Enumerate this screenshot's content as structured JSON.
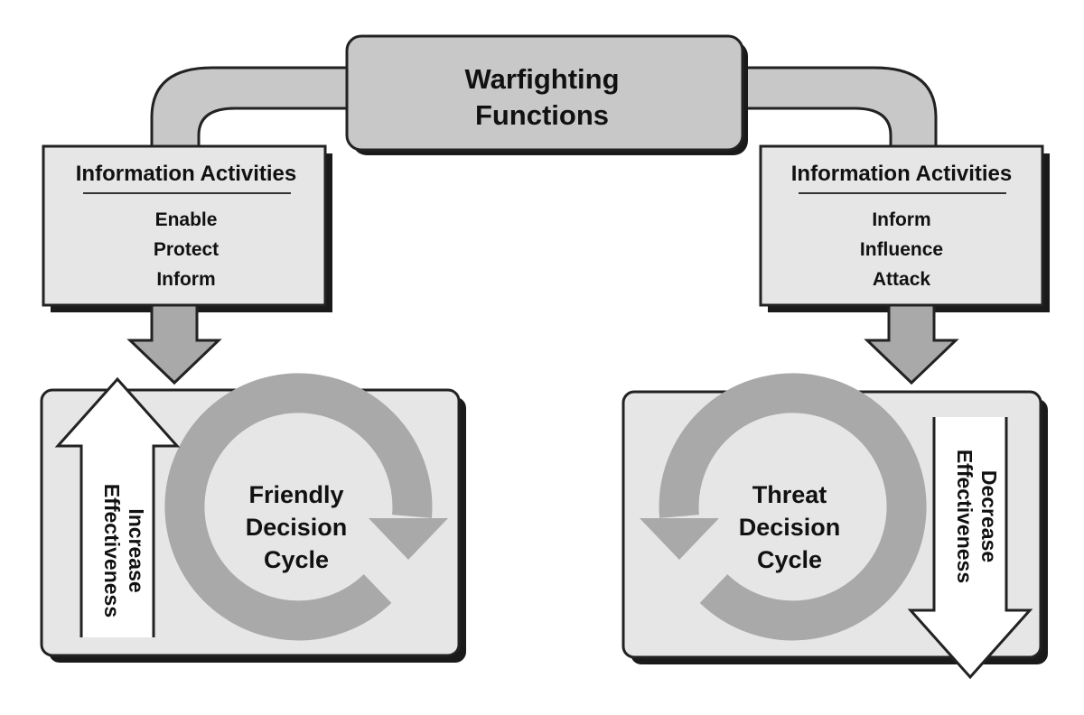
{
  "hub": {
    "title_line1": "Warfighting",
    "title_line2": "Functions"
  },
  "left_box": {
    "heading": "Information Activities",
    "items": [
      "Enable",
      "Protect",
      "Inform"
    ]
  },
  "right_box": {
    "heading": "Information Activities",
    "items": [
      "Inform",
      "Influence",
      "Attack"
    ]
  },
  "left_cycle": {
    "label_line1": "Friendly",
    "label_line2": "Decision",
    "label_line3": "Cycle",
    "arrow_line1": "Increase",
    "arrow_line2": "Effectiveness"
  },
  "right_cycle": {
    "label_line1": "Threat",
    "label_line2": "Decision",
    "label_line3": "Cycle",
    "arrow_line1": "Decrease",
    "arrow_line2": "Effectiveness"
  },
  "colors": {
    "fill_light": "#e6e6e6",
    "fill_mid": "#c8c8c8",
    "arrow_gray": "#a9a9a9",
    "shadow": "#1a1a1a",
    "stroke": "#222222"
  }
}
